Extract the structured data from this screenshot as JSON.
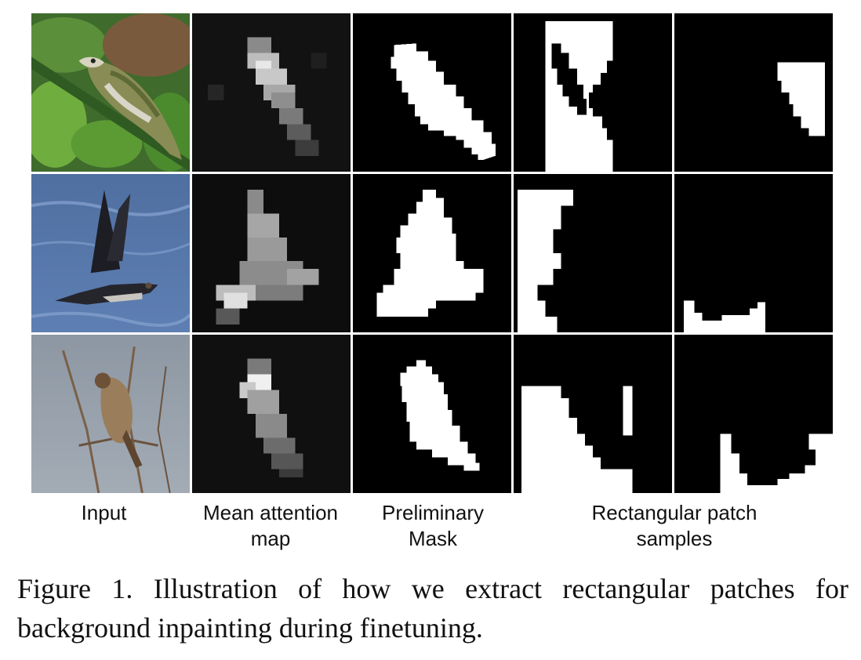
{
  "figure": {
    "column_labels": {
      "input": "Input",
      "attention": "Mean attention map",
      "mask": "Preliminary Mask",
      "patches": "Rectangular patch samples"
    },
    "caption": "Figure 1. Illustration of how we extract rectangular patches for background inpainting during finetuning.",
    "rows": [
      {
        "subject": "bird perched on a green stem among leaves"
      },
      {
        "subject": "dark bird flying over blue water"
      },
      {
        "subject": "sparrow perched on twigs against a grey sky"
      }
    ]
  }
}
